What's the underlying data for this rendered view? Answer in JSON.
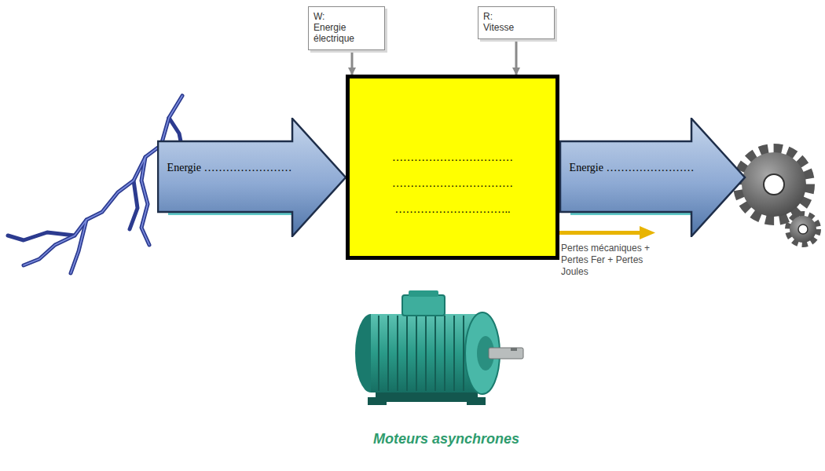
{
  "diagram": {
    "nodes": [
      {
        "text": [
          "W:",
          "Energie électrique"
        ]
      },
      {
        "text": [
          "R:",
          "Vitesse"
        ]
      },
      {
        "text": [
          "Energie ……………………"
        ]
      },
      {
        "text": [
          "……………………………",
          "……………………………",
          "………………………….."
        ]
      },
      {
        "text": [
          "Energie ……………………"
        ]
      }
    ],
    "edges": [
      {
        "from": 0,
        "to": 3,
        "arrow": "to"
      },
      {
        "from": 1,
        "to": 3,
        "arrow": "to"
      }
    ],
    "labels": [
      "Pertes mécaniques + Pertes Fer + Pertes Joules",
      "Moteurs asynchrones"
    ]
  }
}
